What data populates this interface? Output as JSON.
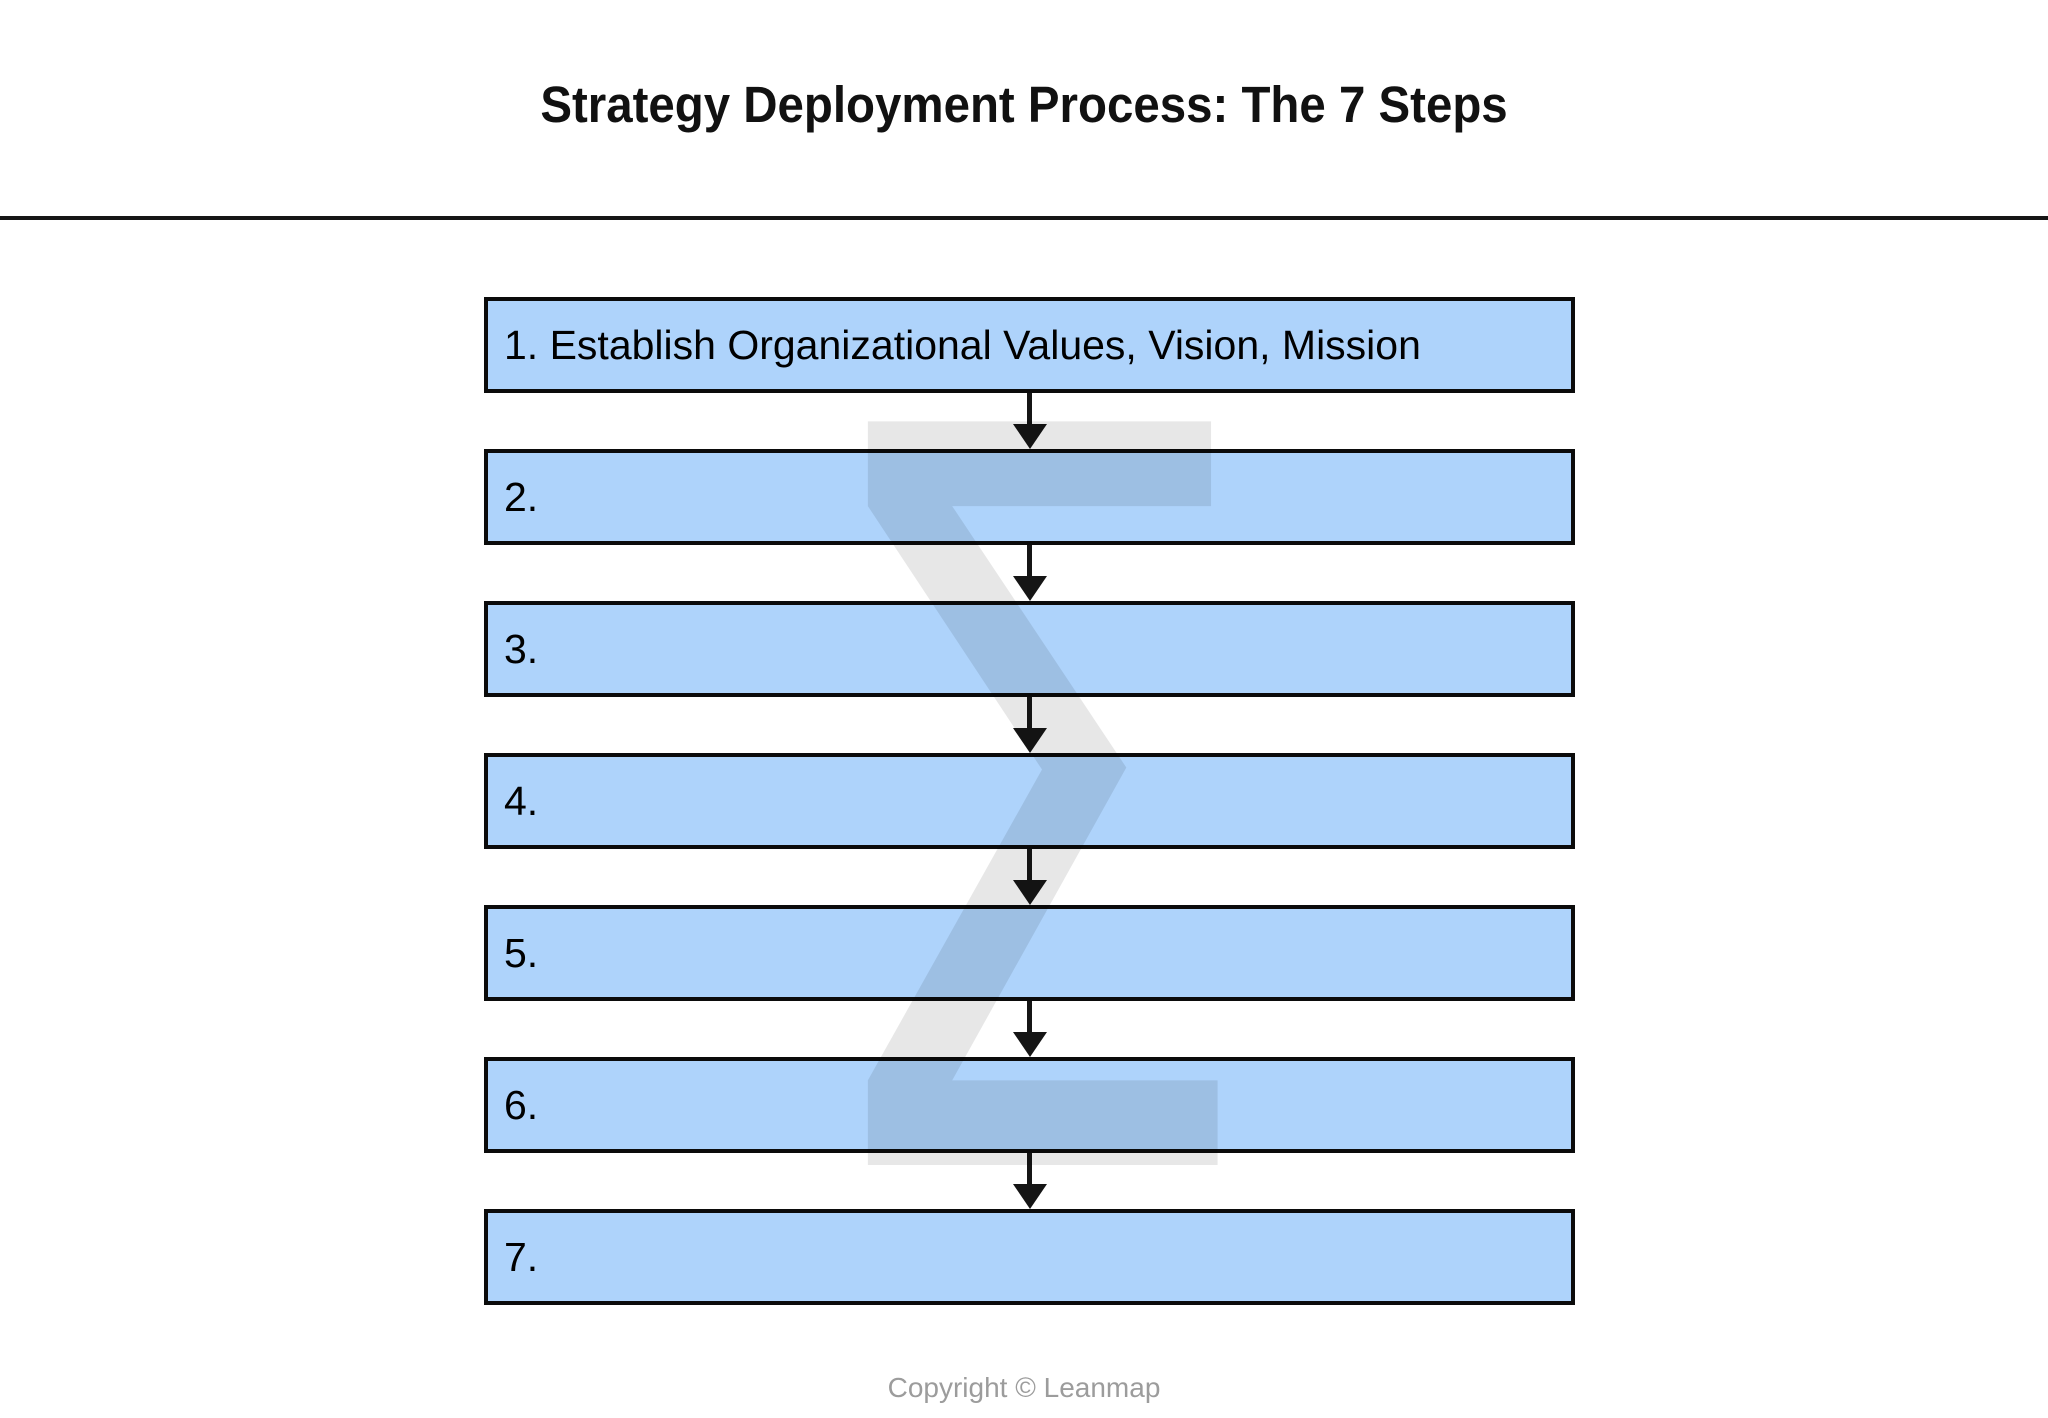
{
  "slide": {
    "title": "Strategy Deployment Process: The 7 Steps",
    "steps": [
      "1. Establish Organizational Values, Vision, Mission",
      "2.",
      "3.",
      "4.",
      "5.",
      "6.",
      "7."
    ],
    "watermark_symbol": "Σ",
    "footer": "Copyright © Leanmap"
  },
  "colors": {
    "title_color": "#111111",
    "divider_color": "#161616",
    "box_fill": "#aed3fb",
    "box_border": "#0b0b0b",
    "arrow_color": "#151515",
    "watermark_color": "rgba(0,0,0,0.095)",
    "footer_color": "#9c9c9c"
  }
}
